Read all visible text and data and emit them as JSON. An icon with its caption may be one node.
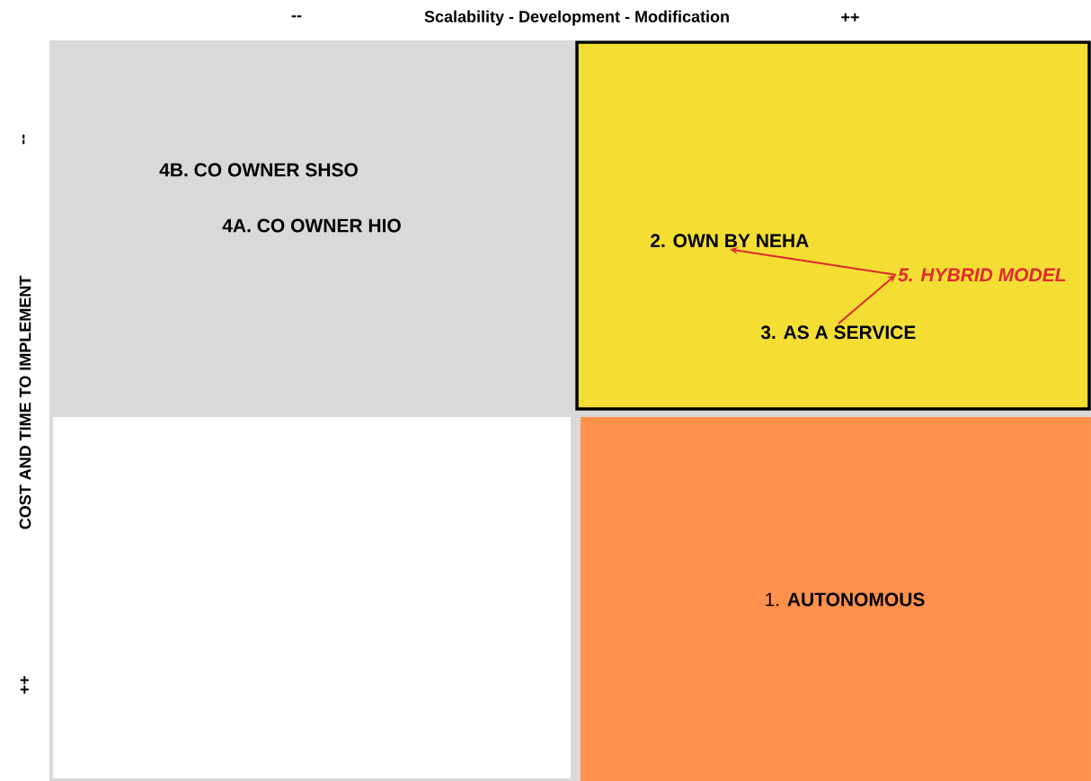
{
  "diagram": {
    "nodes": [
      {
        "text": [
          "4B. CO OWNER SHSO",
          "4A. CO OWNER HIO"
        ]
      },
      {
        "text": [],
        "shape": "box"
      },
      {
        "text": [
          "2. OWN BY NEHA"
        ],
        "in": 1
      },
      {
        "text": [
          "5. HYBRID MODEL"
        ],
        "in": 1
      },
      {
        "text": [
          "3. AS A SERVICE"
        ],
        "in": 1
      },
      {
        "text": [],
        "shape": "box"
      },
      {
        "text": [
          "1. **AUTONOMOUS**"
        ]
      }
    ],
    "edges": [
      {
        "from": 4,
        "to": 3,
        "arrow": "to",
        "color": "#e0282f"
      },
      {
        "from": 3,
        "to": 2,
        "arrow": "to",
        "color": "#e0282f"
      }
    ],
    "labels": [
      "--",
      "Scalability - Development - Modification",
      "++",
      "--",
      "COST AND TIME TO IMPLEMENT",
      "++"
    ]
  }
}
